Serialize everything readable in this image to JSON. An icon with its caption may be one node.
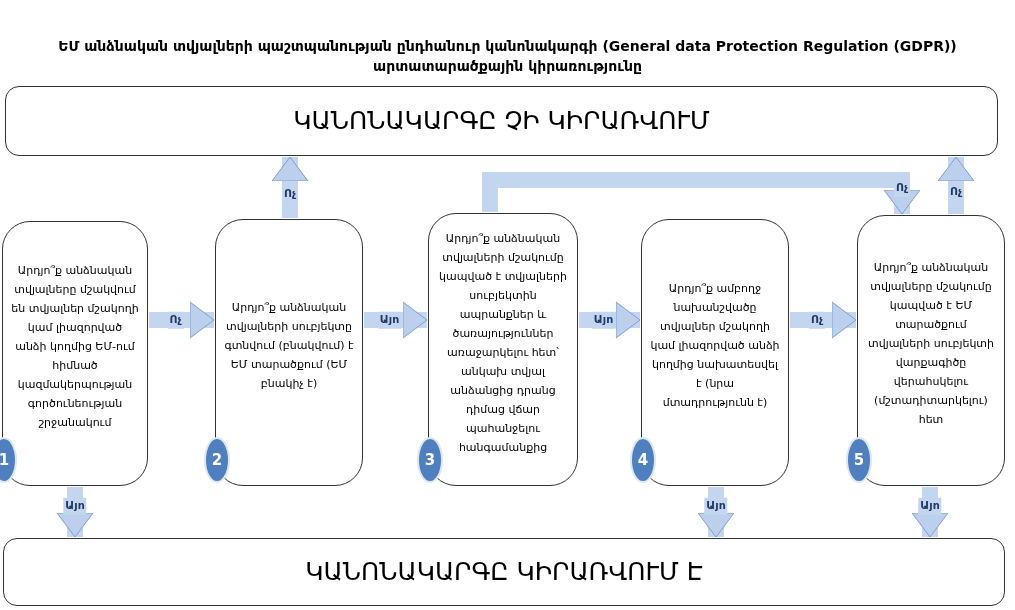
{
  "diagram": {
    "title": "ԵՄ անձնական տվյալների պաշտպանության ընդհանուր կանոնակարգի (General data Protection Regulation (GDPR)) արտատարածքային կիրառությունը",
    "nodes": [
      {
        "text": [
          "ԿԱՆՈՆԱԿԱՐԳԸ ՉԻ ԿԻՐԱՌՎՈՒՄ"
        ]
      },
      {
        "text": [
          "Արդյո՞ք անձնական տվյալները մշակվում են տվյալներ մշակողի կամ լիազորված անձի կողմից ԵՄ-ում հիմնած կազմակերպության գործունեության շրջանակում",
          "1"
        ]
      },
      {
        "text": [
          "Արդյո՞ք անձնական տվյալների սուբյեկտը գտնվում (բնակվում) է ԵՄ տարածքում (ԵՄ բնակիչ է)",
          "2"
        ]
      },
      {
        "text": [
          "Արդյո՞ք անձնական տվյալների մշակումը կապված է տվյալների սուբյեկտին ապրանքներ և ծառայություններ առաջարկելու հետ՝ անկախ տվյալ անձանցից դրանց դիմաց վճար պահանջելու հանգամանքից",
          "3"
        ]
      },
      {
        "text": [
          "Արդյո՞ք ամբողջ նախանշվածը տվյալներ մշակողի կամ լիազորված անձի կողմից նախատեսվել է (նրա մտադրությունն է)",
          "4"
        ]
      },
      {
        "text": [
          "Արդյո՞ք անձնական տվյալները մշակումը կապված է ԵՄ տարածքում տվյալների սուբյեկտի վարքագիծը վերահսկելու (մշտադիտարկելու) հետ",
          "5"
        ]
      },
      {
        "text": [
          "ԿԱՆՈՆԱԿԱՐԳԸ ԿԻՐԱՌՎՈՒՄ Է"
        ]
      }
    ],
    "edges": [
      {
        "from": 1,
        "to": 2,
        "arrow": "to",
        "label": "Ոչ"
      },
      {
        "from": 1,
        "to": 6,
        "arrow": "to",
        "label": "Այո"
      },
      {
        "from": 2,
        "to": 0,
        "arrow": "to",
        "label": "Ոչ"
      },
      {
        "from": 2,
        "to": 3,
        "arrow": "to",
        "label": "Այո"
      },
      {
        "from": 3,
        "to": 4,
        "arrow": "to",
        "label": "Այո"
      },
      {
        "from": 3,
        "to": 5,
        "arrow": "to",
        "label": "Ոչ"
      },
      {
        "from": 4,
        "to": 5,
        "arrow": "to",
        "label": "Ոչ"
      },
      {
        "from": 4,
        "to": 6,
        "arrow": "to",
        "label": "Այո"
      },
      {
        "from": 5,
        "to": 0,
        "arrow": "to",
        "label": "Ոչ"
      },
      {
        "from": 5,
        "to": 6,
        "arrow": "to",
        "label": "Այո"
      }
    ]
  }
}
